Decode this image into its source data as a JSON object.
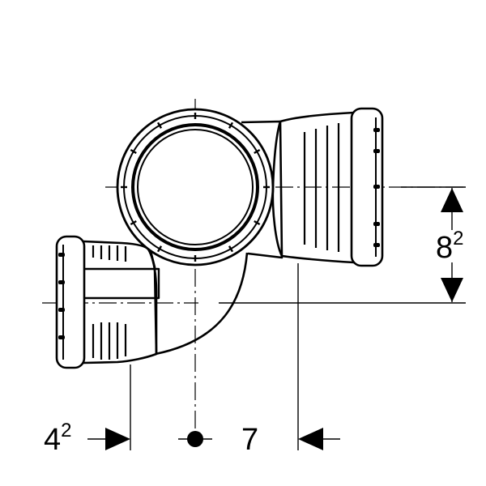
{
  "dimensions": {
    "left_offset": {
      "base": "4",
      "sup": "2"
    },
    "center_to_right": {
      "base": "7"
    },
    "vertical_offset": {
      "base": "8",
      "sup": "2"
    }
  },
  "colors": {
    "ink": "#000000",
    "background": "#ffffff"
  }
}
